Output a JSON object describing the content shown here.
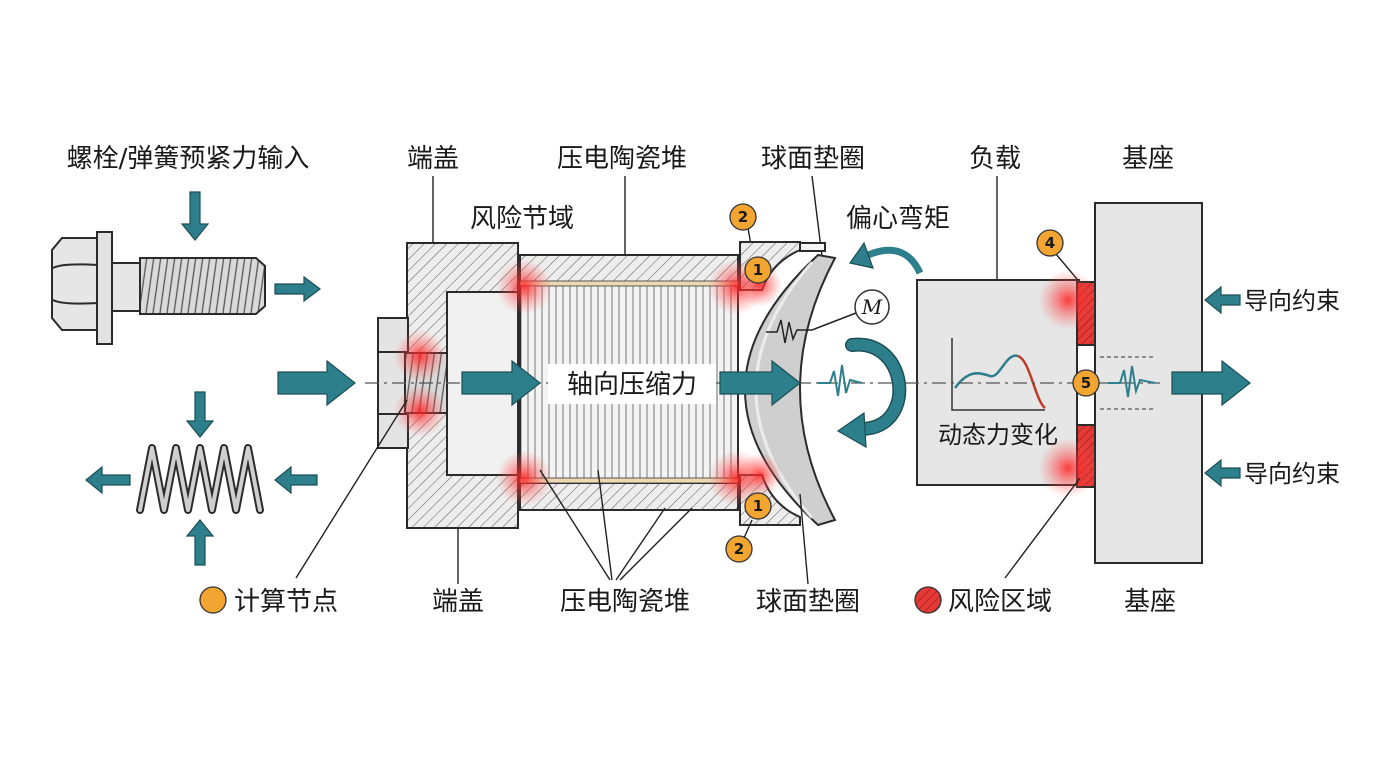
{
  "colors": {
    "arrow": "#2e7f8c",
    "node": "#f3a531",
    "risk": "#e53935",
    "body": "#e6e6e6",
    "curve_rise": "#2e7f8c",
    "curve_fall": "#c0392b"
  },
  "top_labels": {
    "bolt_spring_input": "螺栓/弹簧预紧力输入",
    "end_cap": "端盖",
    "piezo_stack": "压电陶瓷堆",
    "spherical_washer": "球面垫圈",
    "load": "负载",
    "base": "基座"
  },
  "annotations": {
    "risk_node_domain": "风险节域",
    "eccentric_moment": "偏心弯矩",
    "axial_force": "轴向压缩力",
    "dynamic_force": "动态力变化",
    "moment_symbol": "M",
    "guide_upper": "导向约束",
    "guide_lower": "导向约束"
  },
  "nodes": [
    {
      "label": "2"
    },
    {
      "label": "1"
    },
    {
      "label": "1"
    },
    {
      "label": "2"
    },
    {
      "label": "4"
    },
    {
      "label": "5"
    }
  ],
  "legend": {
    "node": "计算节点",
    "risk": "风险区域"
  },
  "bottom_labels": {
    "end_cap": "端盖",
    "piezo_stack": "压电陶瓷堆",
    "spherical_washer": "球面垫圈",
    "base": "基座"
  }
}
